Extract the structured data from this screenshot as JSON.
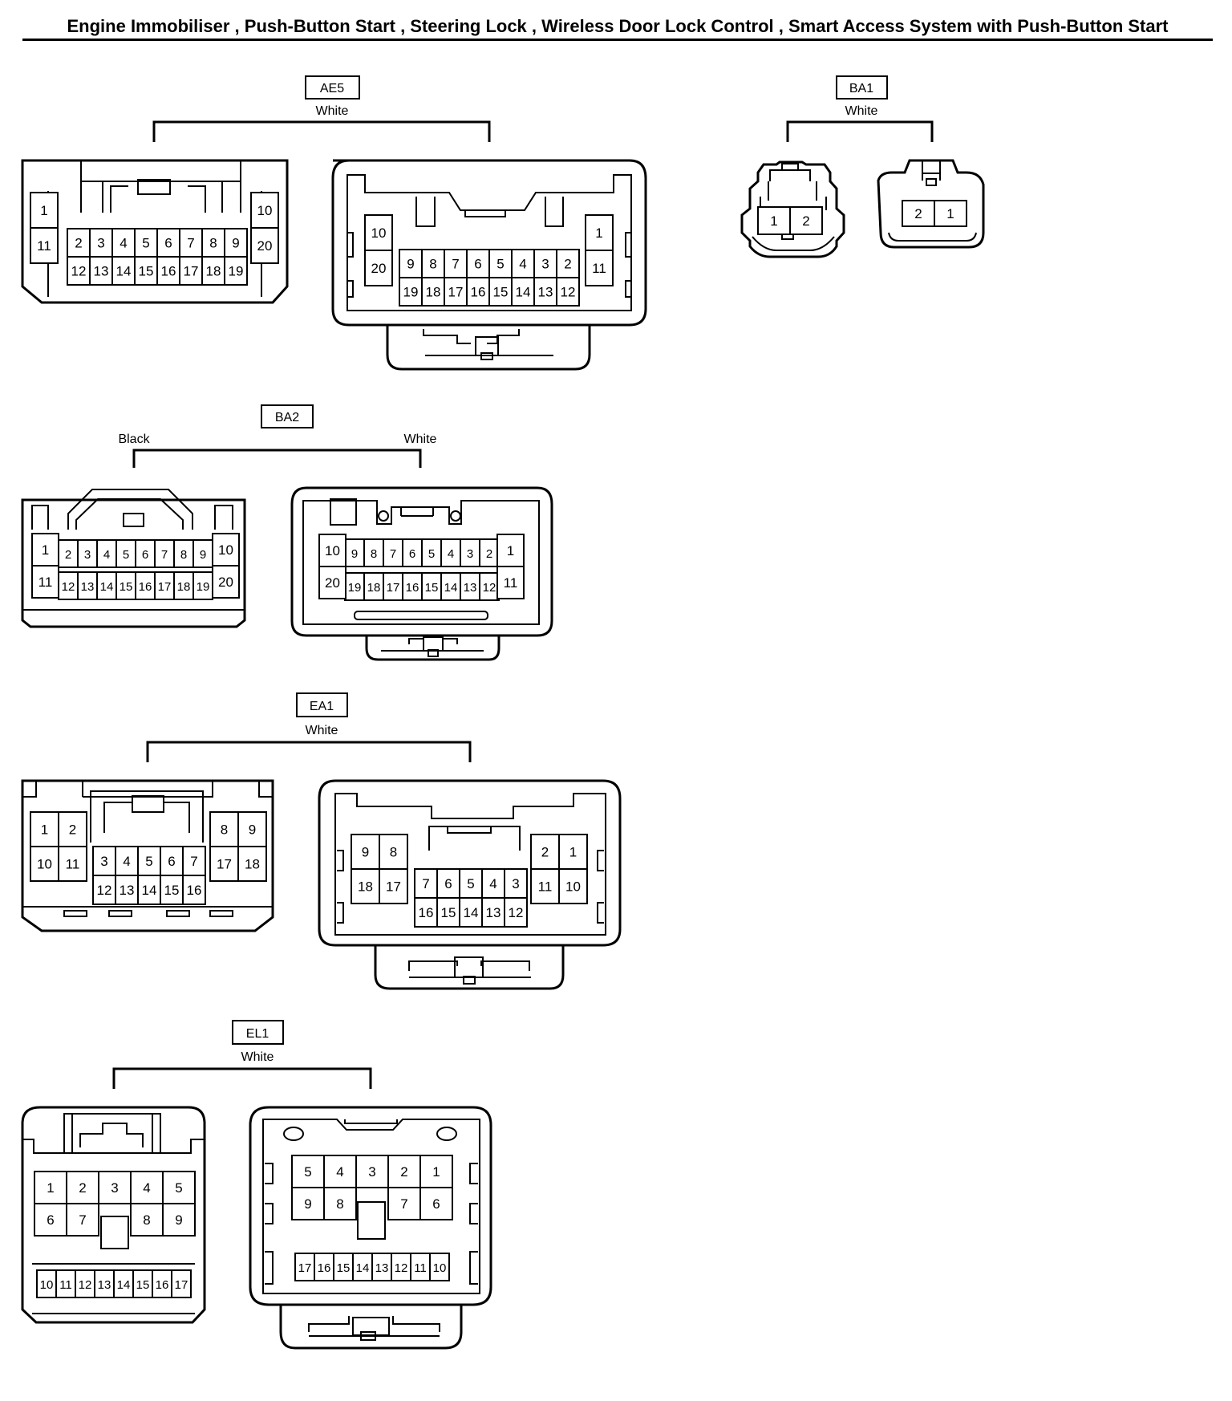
{
  "title": "Engine Immobiliser , Push-Button Start , Steering Lock , Wireless Door Lock Control , Smart Access System with Push-Button Start",
  "connectors": {
    "AE5": {
      "tag": "AE5",
      "color": "White"
    },
    "BA1": {
      "tag": "BA1",
      "color": "White"
    },
    "BA2": {
      "tag": "BA2",
      "color_left": "Black",
      "color_right": "White"
    },
    "EA1": {
      "tag": "EA1",
      "color": "White"
    },
    "EL1": {
      "tag": "EL1",
      "color": "White"
    }
  },
  "pins": {
    "ae5_left_top": [
      "2",
      "3",
      "4",
      "5",
      "6",
      "7",
      "8",
      "9"
    ],
    "ae5_left_bottom": [
      "12",
      "13",
      "14",
      "15",
      "16",
      "17",
      "18",
      "19"
    ],
    "ae5_left_outer_left": [
      "1",
      "11"
    ],
    "ae5_left_outer_right": [
      "10",
      "20"
    ],
    "ae5_right_top": [
      "9",
      "8",
      "7",
      "6",
      "5",
      "4",
      "3",
      "2"
    ],
    "ae5_right_bottom": [
      "19",
      "18",
      "17",
      "16",
      "15",
      "14",
      "13",
      "12"
    ],
    "ae5_right_outer_left": [
      "10",
      "20"
    ],
    "ae5_right_outer_right": [
      "1",
      "11"
    ],
    "ba1_left": [
      "1",
      "2"
    ],
    "ba1_right": [
      "2",
      "1"
    ],
    "ba2_left_top": [
      "2",
      "3",
      "4",
      "5",
      "6",
      "7",
      "8",
      "9"
    ],
    "ba2_left_bottom": [
      "12",
      "13",
      "14",
      "15",
      "16",
      "17",
      "18",
      "19"
    ],
    "ba2_left_outer_left": [
      "1",
      "11"
    ],
    "ba2_left_outer_right": [
      "10",
      "20"
    ],
    "ba2_right_top": [
      "9",
      "8",
      "7",
      "6",
      "5",
      "4",
      "3",
      "2"
    ],
    "ba2_right_bottom": [
      "19",
      "18",
      "17",
      "16",
      "15",
      "14",
      "13",
      "12"
    ],
    "ba2_right_outer_left": [
      "10",
      "20"
    ],
    "ba2_right_outer_right": [
      "1",
      "11"
    ],
    "ea1_left_lblock": [
      "1",
      "2",
      "10",
      "11"
    ],
    "ea1_left_rblock": [
      "8",
      "9",
      "17",
      "18"
    ],
    "ea1_left_center_top": [
      "3",
      "4",
      "5",
      "6",
      "7"
    ],
    "ea1_left_center_bottom": [
      "12",
      "13",
      "14",
      "15",
      "16"
    ],
    "ea1_right_lblock": [
      "9",
      "8",
      "18",
      "17"
    ],
    "ea1_right_rblock": [
      "2",
      "1",
      "11",
      "10"
    ],
    "ea1_right_center_top": [
      "7",
      "6",
      "5",
      "4",
      "3"
    ],
    "ea1_right_center_bottom": [
      "16",
      "15",
      "14",
      "13",
      "12"
    ],
    "el1_left_row1": [
      "1",
      "2",
      "3",
      "4",
      "5"
    ],
    "el1_left_row2": [
      "6",
      "7",
      "",
      "8",
      "9"
    ],
    "el1_left_row3": [
      "10",
      "11",
      "12",
      "13",
      "14",
      "15",
      "16",
      "17"
    ],
    "el1_right_row1": [
      "5",
      "4",
      "3",
      "2",
      "1"
    ],
    "el1_right_row2": [
      "9",
      "8",
      "",
      "7",
      "6"
    ],
    "el1_right_row3": [
      "17",
      "16",
      "15",
      "14",
      "13",
      "12",
      "11",
      "10"
    ]
  }
}
